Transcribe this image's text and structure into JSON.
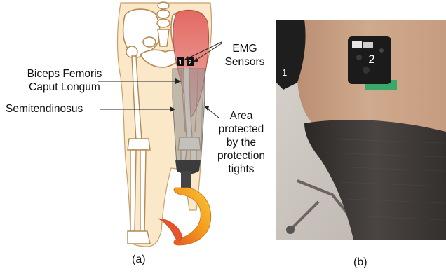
{
  "figure_a": {
    "labels": {
      "emg_line1": "EMG",
      "emg_line2": "Sensors",
      "biceps_line1": "Biceps Femoris",
      "biceps_line2": "Caput Longum",
      "semitendinosus": "Semitendinosus",
      "area_line1": "Area",
      "area_line2": "protected",
      "area_line3": "by the",
      "area_line4": "protection",
      "area_line5": "tights"
    },
    "sensor_numbers": [
      "1",
      "2"
    ],
    "caption": "(a)"
  },
  "figure_b": {
    "sensor_numbers": [
      "1",
      "2"
    ],
    "caption": "(b)"
  },
  "colors": {
    "bone_fill": "#fbe8c8",
    "bone_outline": "#c8a06a",
    "muscle": "#e8807a",
    "tights_overlay": "#9a9a9a",
    "foot_orange": "#f39a1c",
    "tights_photo": "#3c3836",
    "skin_photo": "#c89e82",
    "sensor_board_green": "#3aa86b"
  }
}
